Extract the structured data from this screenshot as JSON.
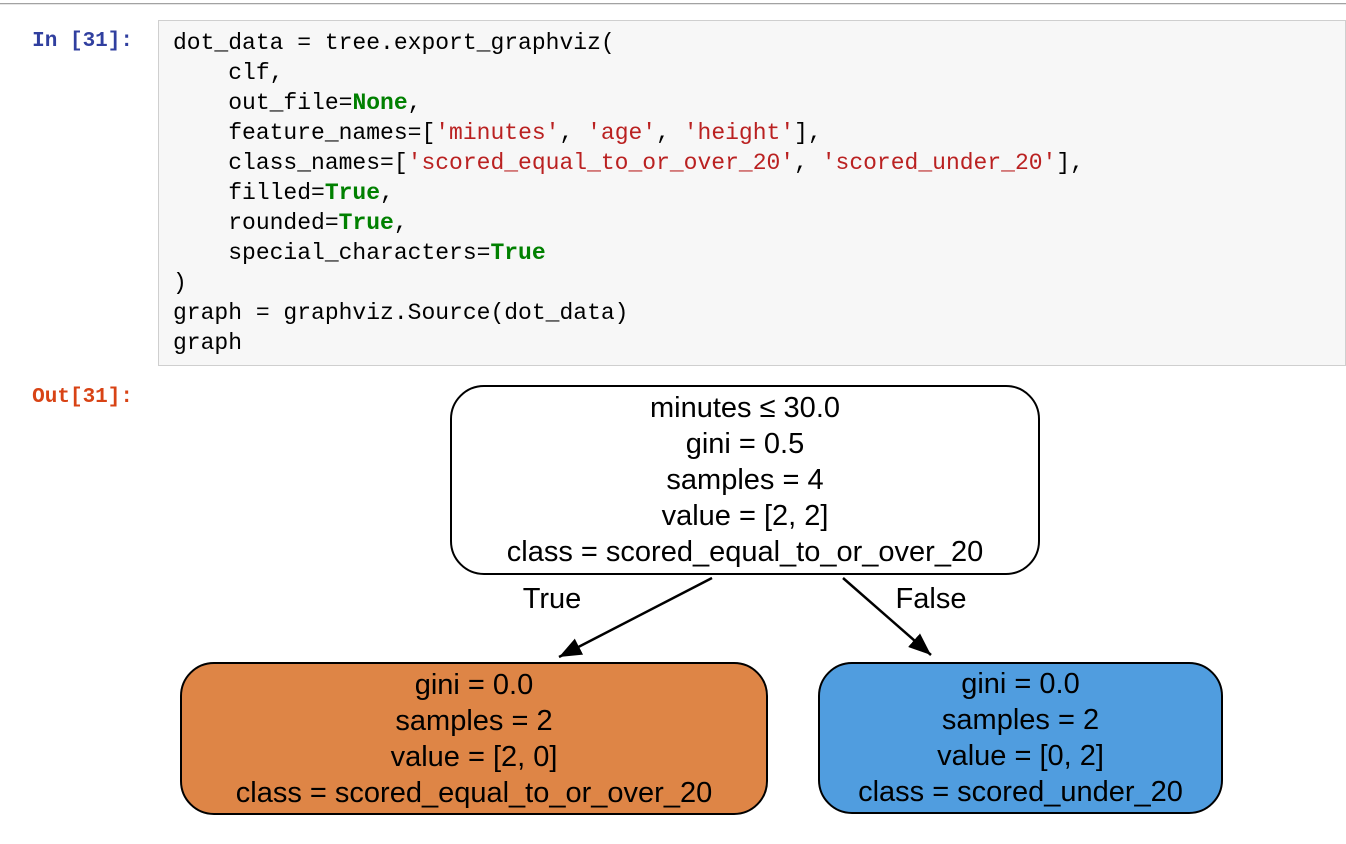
{
  "cell": {
    "input_prompt": "In [31]:",
    "output_prompt": "Out[31]:",
    "code": {
      "lines": [
        [
          {
            "t": "p",
            "s": "dot_data = tree.export_graphviz("
          }
        ],
        [
          {
            "t": "p",
            "s": "    clf,"
          }
        ],
        [
          {
            "t": "p",
            "s": "    out_file="
          },
          {
            "t": "k",
            "s": "None"
          },
          {
            "t": "p",
            "s": ","
          }
        ],
        [
          {
            "t": "p",
            "s": "    feature_names=["
          },
          {
            "t": "s",
            "s": "'minutes'"
          },
          {
            "t": "p",
            "s": ", "
          },
          {
            "t": "s",
            "s": "'age'"
          },
          {
            "t": "p",
            "s": ", "
          },
          {
            "t": "s",
            "s": "'height'"
          },
          {
            "t": "p",
            "s": "],"
          }
        ],
        [
          {
            "t": "p",
            "s": "    class_names=["
          },
          {
            "t": "s",
            "s": "'scored_equal_to_or_over_20'"
          },
          {
            "t": "p",
            "s": ", "
          },
          {
            "t": "s",
            "s": "'scored_under_20'"
          },
          {
            "t": "p",
            "s": "],"
          }
        ],
        [
          {
            "t": "p",
            "s": "    filled="
          },
          {
            "t": "k",
            "s": "True"
          },
          {
            "t": "p",
            "s": ","
          }
        ],
        [
          {
            "t": "p",
            "s": "    rounded="
          },
          {
            "t": "k",
            "s": "True"
          },
          {
            "t": "p",
            "s": ","
          }
        ],
        [
          {
            "t": "p",
            "s": "    special_characters="
          },
          {
            "t": "k",
            "s": "True"
          }
        ],
        [
          {
            "t": "p",
            "s": ")"
          }
        ],
        [
          {
            "t": "p",
            "s": "graph = graphviz.Source(dot_data)"
          }
        ],
        [
          {
            "t": "p",
            "s": "graph"
          }
        ]
      ]
    }
  },
  "tree": {
    "root": {
      "lines": [
        "minutes ≤ 30.0",
        "gini = 0.5",
        "samples = 4",
        "value = [2, 2]",
        "class = scored_equal_to_or_over_20"
      ],
      "fill": "#ffffff"
    },
    "left_child": {
      "lines": [
        "gini = 0.0",
        "samples = 2",
        "value = [2, 0]",
        "class = scored_equal_to_or_over_20"
      ],
      "fill": "#de8546"
    },
    "right_child": {
      "lines": [
        "gini = 0.0",
        "samples = 2",
        "value = [0, 2]",
        "class = scored_under_20"
      ],
      "fill": "#509ddf"
    },
    "edge_labels": {
      "left": "True",
      "right": "False"
    }
  },
  "colors": {
    "in_prompt": "#303f9f",
    "out_prompt": "#d84315",
    "keyword": "#008000",
    "string": "#ba2121",
    "node_border": "#000000",
    "left_node_fill": "#de8546",
    "right_node_fill": "#509ddf"
  }
}
